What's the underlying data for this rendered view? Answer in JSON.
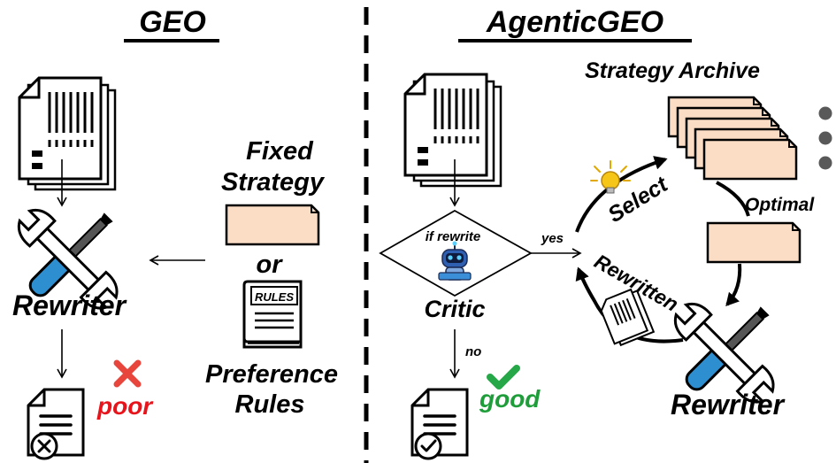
{
  "left_panel": {
    "title": "GEO",
    "rewriter_label": "Rewriter",
    "fixed_strategy_label": [
      "Fixed",
      "Strategy"
    ],
    "or_label": "or",
    "rules_book_label": "RULES",
    "preference_rules_label": [
      "Preference",
      "Rules"
    ],
    "result_label": "poor"
  },
  "right_panel": {
    "title": "AgenticGEO",
    "critic_question": "if rewrite",
    "critic_label": "Critic",
    "yes_label": "yes",
    "no_label": "no",
    "result_label": "good",
    "strategy_archive_label": "Strategy Archive",
    "select_label": "Select",
    "optimal_label": "Optimal",
    "rewritten_label": "Rewritten",
    "rewriter_label": "Rewriter"
  },
  "colors": {
    "ink": "#000000",
    "strategy_card": "#fbdcc4",
    "poor": "#e8141b",
    "cross_mark": "#e8453c",
    "good": "#1f9d3a",
    "check_mark": "#26a848",
    "wrench_blue": "#2e8fd0",
    "bulb": "#f5c518",
    "dots": "#595959"
  },
  "icons": [
    "document-stack-icon",
    "tools-icon",
    "rules-book-icon",
    "failed-document-icon",
    "approved-document-icon",
    "robot-icon",
    "lightbulb-icon",
    "cross-icon",
    "check-icon"
  ]
}
